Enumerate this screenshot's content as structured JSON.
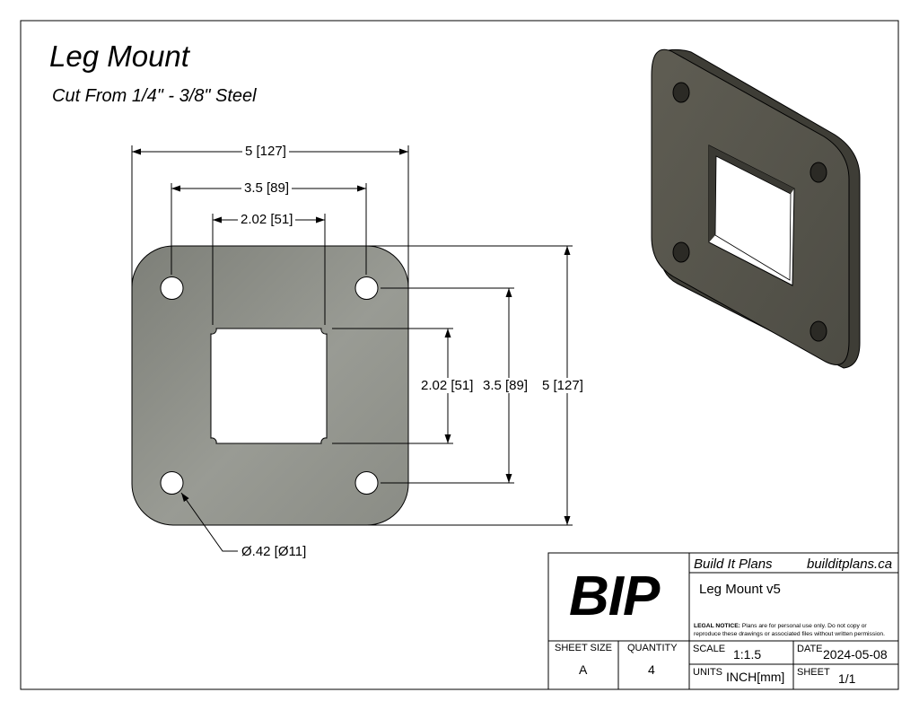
{
  "title": "Leg Mount",
  "subtitle": "Cut From 1/4\" - 3/8\" Steel",
  "dimensions": {
    "overall_width": "5 [127]",
    "hole_spacing_h": "3.5 [89]",
    "opening_h": "2.02 [51]",
    "opening_v": "2.02 [51]",
    "hole_spacing_v": "3.5 [89]",
    "overall_height": "5 [127]",
    "hole_diameter": "Ø.42 [Ø11]"
  },
  "title_block": {
    "logo": "BIP",
    "company": "Build It Plans",
    "website": "builditplans.ca",
    "part_name": "Leg Mount v5",
    "legal_label": "LEGAL NOTICE:",
    "legal_text": "Plans are for personal use only. Do not copy or reproduce these drawings or associated files without written permission.",
    "sheet_size_label": "SHEET SIZE",
    "sheet_size": "A",
    "quantity_label": "QUANTITY",
    "quantity": "4",
    "scale_label": "SCALE",
    "scale": "1:1.5",
    "date_label": "DATE",
    "date": "2024-05-08",
    "units_label": "UNITS",
    "units": "INCH[mm]",
    "sheet_label": "SHEET",
    "sheet": "1/1"
  },
  "colors": {
    "steel_face": "#8f9189",
    "steel_dark": "#5c5b52"
  }
}
